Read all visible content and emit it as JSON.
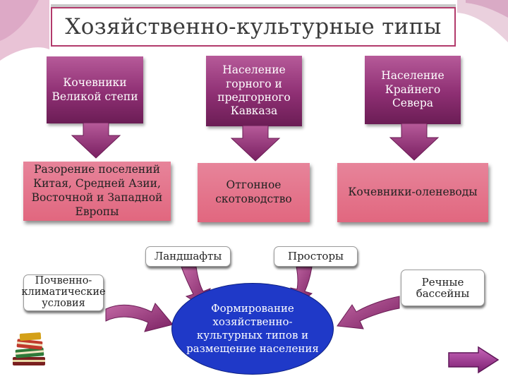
{
  "title": "Хозяйственно-культурные типы",
  "groups": [
    {
      "source": "Кочевники Великой степи",
      "result": "Разорение поселений Китая, Средней Азии, Восточной и Западной Европы"
    },
    {
      "source": "Население горного и предгорного Кавказа",
      "result": "Отгонное скотоводство"
    },
    {
      "source": "Население Крайнего Севера",
      "result": "Кочевники-оленеводы"
    }
  ],
  "factors": {
    "soil": "Почвенно-климатические условия",
    "landscapes": "Ландшафты",
    "expanses": "Просторы",
    "rivers": "Речные бассейны"
  },
  "center": "Формирование хозяйственно-культурных типов и размещение населения",
  "colors": {
    "source_fill": "#8e2f73",
    "result_fill": "#e36d84",
    "center_fill": "#1f39c8",
    "arrow": "#9c3a82"
  },
  "icons": [
    "books-icon",
    "next-arrow-icon"
  ]
}
